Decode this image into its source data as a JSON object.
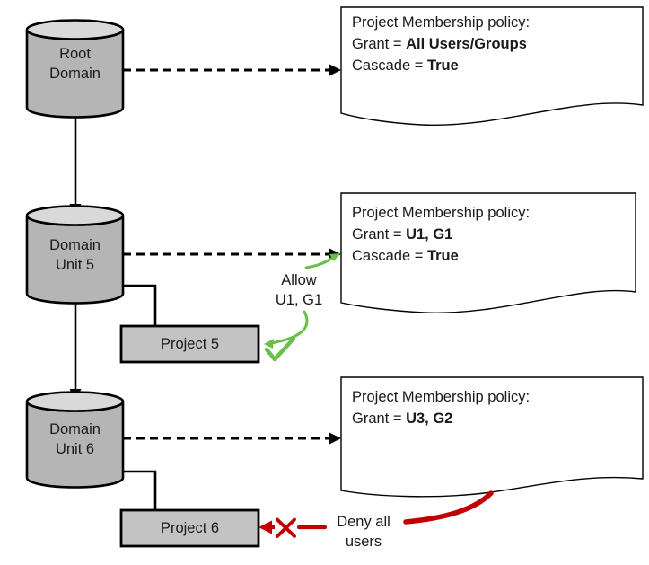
{
  "colors": {
    "cylinder_fill": "#b5b5b5",
    "cylinder_top_fill": "#d9d9d9",
    "project_fill": "#c3c3c3",
    "document_fill": "#ffffff",
    "outline": "#000000",
    "allow_green": "#6abf4b",
    "deny_red": "#c00000"
  },
  "nodes": {
    "root_domain": {
      "line1": "Root",
      "line2": "Domain"
    },
    "domain_unit_5": {
      "line1": "Domain",
      "line2": "Unit 5"
    },
    "domain_unit_6": {
      "line1": "Domain",
      "line2": "Unit 6"
    },
    "project_5": {
      "label": "Project 5"
    },
    "project_6": {
      "label": "Project 6"
    }
  },
  "policies": {
    "root_domain": {
      "title": "Project Membership policy:",
      "grant_label": "Grant = ",
      "grant_value": "All Users/Groups",
      "cascade_label": "Cascade = ",
      "cascade_value": "True"
    },
    "domain_unit_5": {
      "title": "Project Membership policy:",
      "grant_label": "Grant = ",
      "grant_value": "U1, G1",
      "cascade_label": "Cascade = ",
      "cascade_value": "True"
    },
    "domain_unit_6": {
      "title": "Project Membership policy:",
      "grant_label": "Grant = ",
      "grant_value": "U3, G2"
    }
  },
  "annotations": {
    "allow": {
      "line1": "Allow",
      "line2": "U1, G1"
    },
    "deny": {
      "line1": "Deny all",
      "line2": "users"
    }
  }
}
